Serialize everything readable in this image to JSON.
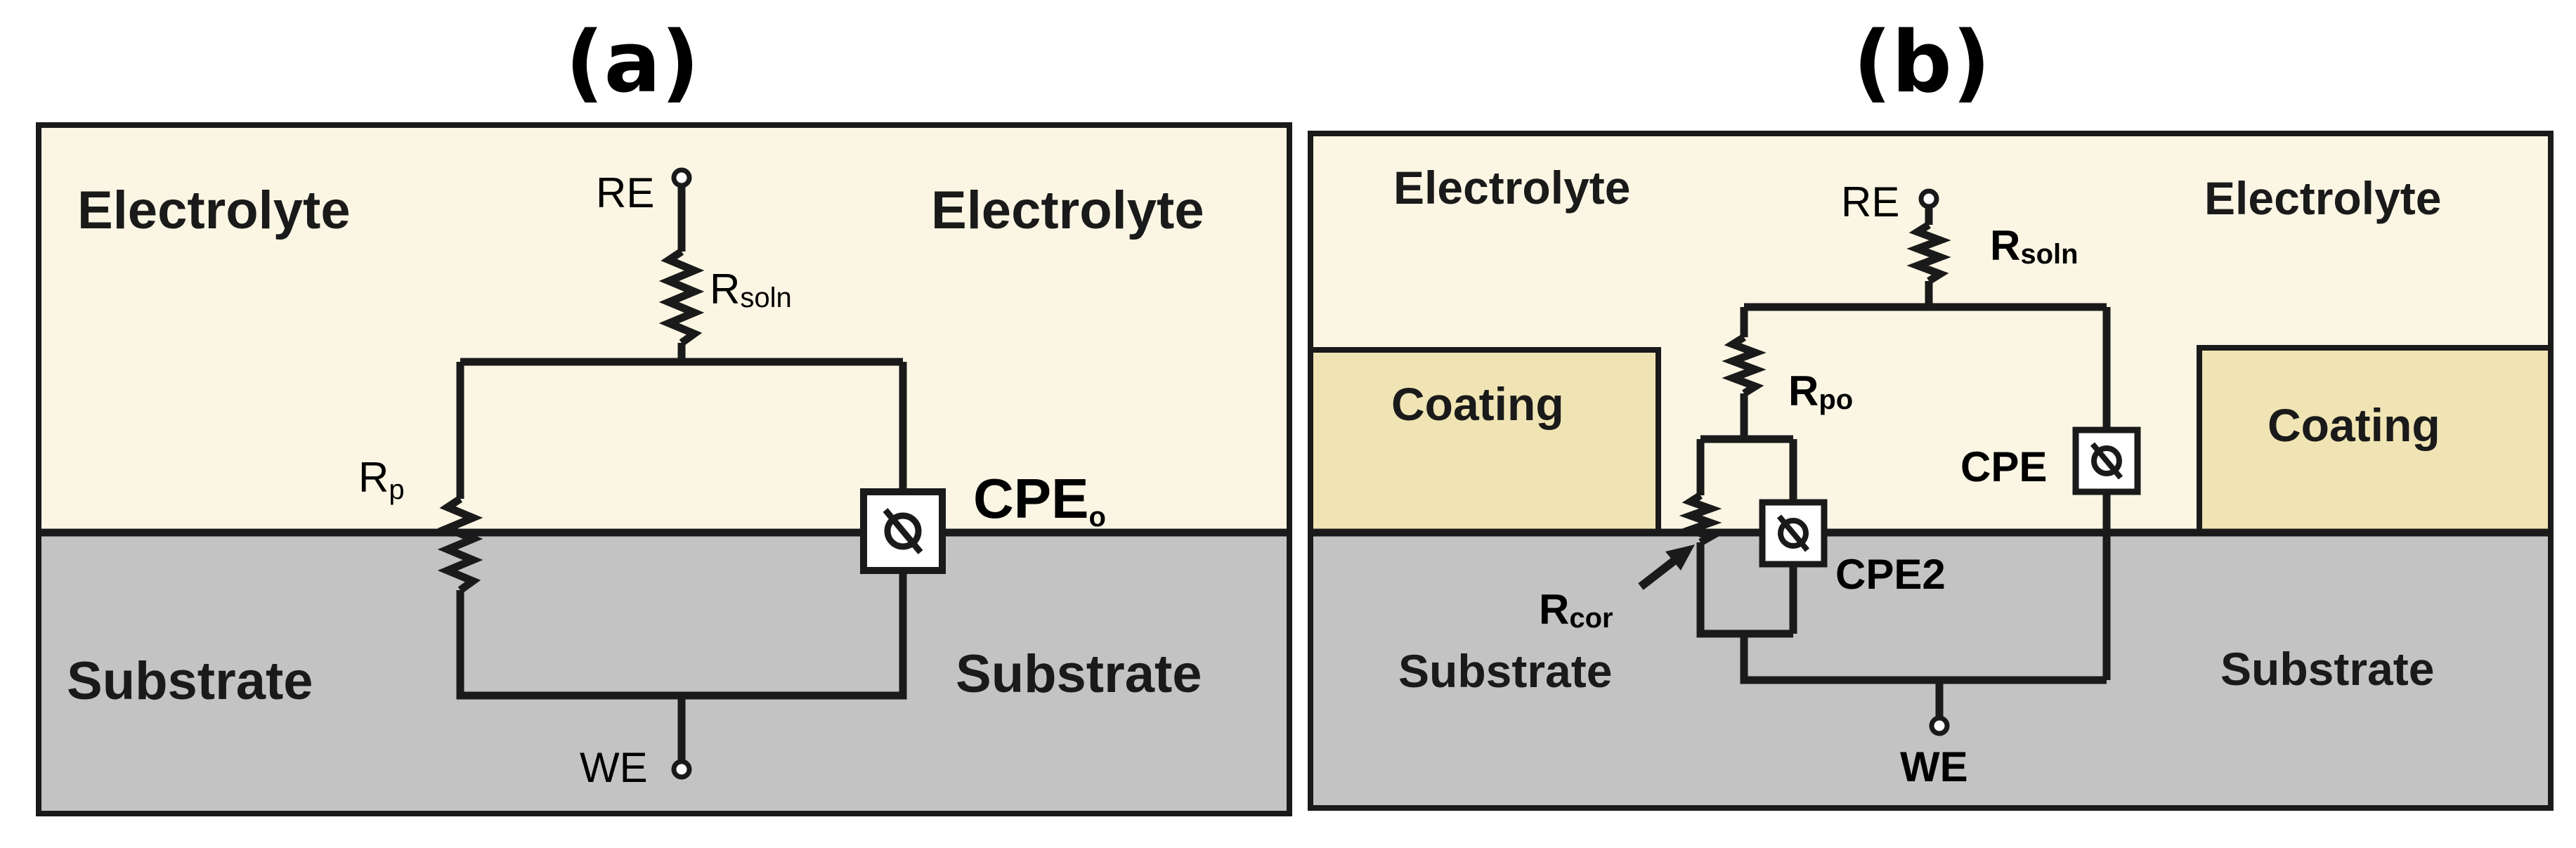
{
  "panel_a": {
    "title": "(a)",
    "regions": {
      "electrolyte_left": "Electrolyte",
      "electrolyte_right": "Electrolyte",
      "substrate_left": "Substrate",
      "substrate_right": "Substrate"
    },
    "components": {
      "re": "RE",
      "we": "WE",
      "rsoln_main": "R",
      "rsoln_sub": "soln",
      "rp_main": "R",
      "rp_sub": "p",
      "cpe_main": "CPE",
      "cpe_sub": "o"
    }
  },
  "panel_b": {
    "title": "(b)",
    "regions": {
      "electrolyte_left": "Electrolyte",
      "electrolyte_right": "Electrolyte",
      "coating_left": "Coating",
      "coating_right": "Coating",
      "substrate_left": "Substrate",
      "substrate_right": "Substrate"
    },
    "components": {
      "re": "RE",
      "we": "WE",
      "rsoln_main": "R",
      "rsoln_sub": "soln",
      "rpo_main": "R",
      "rpo_sub": "po",
      "rcor_main": "R",
      "rcor_sub": "cor",
      "cpe": "CPE",
      "cpe2": "CPE2"
    }
  },
  "colors": {
    "electrolyte": "#fbf6e4",
    "coating": "#f0e4b4",
    "substrate": "#c3c3c3",
    "line": "#1a1a1a"
  }
}
